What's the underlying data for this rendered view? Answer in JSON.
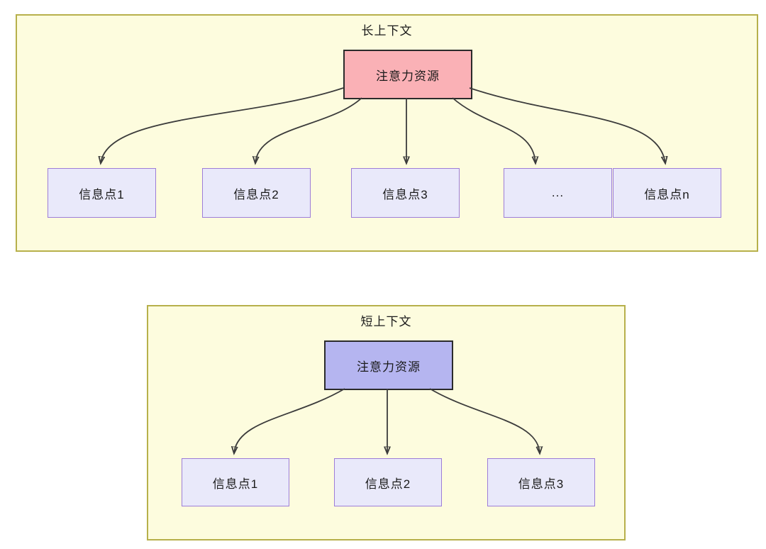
{
  "colors": {
    "canvas-bg": "#ffffff",
    "group-bg": "#fdfcde",
    "group-border": "#b7b04b",
    "long-source-fill": "#fab1b6",
    "short-source-fill": "#b5b5f0",
    "source-border": "#2b2b2b",
    "info-fill": "#e9e9fa",
    "info-border": "#9d7dd8",
    "arrow-color": "#3b3b3b",
    "text-color": "#1a1a1a"
  },
  "diagram": {
    "long_context": {
      "title": "长上下文",
      "source": {
        "label": "注意力资源"
      },
      "nodes": [
        {
          "label": "信息点1"
        },
        {
          "label": "信息点2"
        },
        {
          "label": "信息点3"
        },
        {
          "label": "..."
        },
        {
          "label": "信息点n"
        }
      ]
    },
    "short_context": {
      "title": "短上下文",
      "source": {
        "label": "注意力资源"
      },
      "nodes": [
        {
          "label": "信息点1"
        },
        {
          "label": "信息点2"
        },
        {
          "label": "信息点3"
        }
      ]
    }
  }
}
